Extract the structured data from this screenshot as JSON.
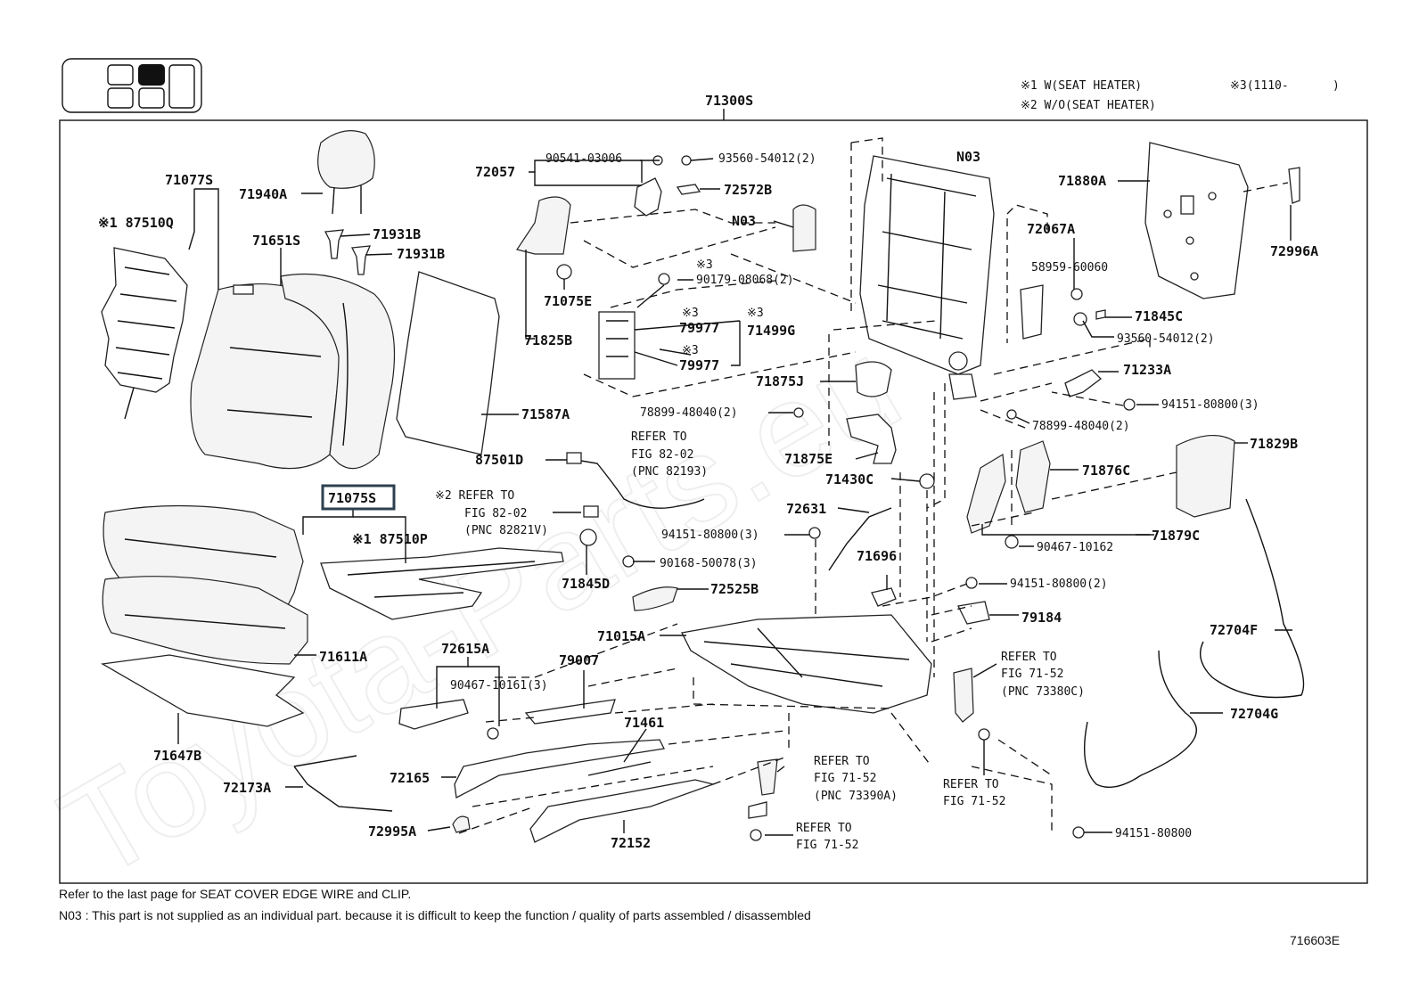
{
  "diagram_id": "716603E",
  "assembly_label": "71300S",
  "legend": {
    "l1": "※1 W(SEAT HEATER)",
    "l2": "※2 W/O(SEAT HEATER)",
    "l3": "※3(1110-",
    "l3_close": ")"
  },
  "footnotes": {
    "line1": "Refer to the last page for SEAT COVER EDGE WIRE and CLIP.",
    "line2": "N03 : This part is not supplied as an individual part. because it is difficult to keep the function / quality of parts assembled / disassembled"
  },
  "watermark": "Toyota-Parts.eu",
  "highlight_color": "#2e4050",
  "labels": [
    {
      "id": "71077S",
      "text": "71077S"
    },
    {
      "id": "87510Q",
      "text": "※1 87510Q"
    },
    {
      "id": "71940A",
      "text": "71940A"
    },
    {
      "id": "71931B_1",
      "text": "71931B"
    },
    {
      "id": "71931B_2",
      "text": "71931B"
    },
    {
      "id": "71651S",
      "text": "71651S"
    },
    {
      "id": "71587A",
      "text": "71587A"
    },
    {
      "id": "72057",
      "text": "72057"
    },
    {
      "id": "90541",
      "text": "90541-03006"
    },
    {
      "id": "93560a",
      "text": "93560-54012(2)"
    },
    {
      "id": "72572B",
      "text": "72572B"
    },
    {
      "id": "N03a",
      "text": "N03"
    },
    {
      "id": "N03b",
      "text": "N03"
    },
    {
      "id": "71880A",
      "text": "71880A"
    },
    {
      "id": "72996A",
      "text": "72996A"
    },
    {
      "id": "72067A",
      "text": "72067A"
    },
    {
      "id": "58959",
      "text": "58959-60060"
    },
    {
      "id": "71845C",
      "text": "71845C"
    },
    {
      "id": "93560b",
      "text": "93560-54012(2)"
    },
    {
      "id": "x3a",
      "text": "※3"
    },
    {
      "id": "90179",
      "text": "90179-08068(2)"
    },
    {
      "id": "71075E",
      "text": "71075E"
    },
    {
      "id": "71825B",
      "text": "71825B"
    },
    {
      "id": "x3b",
      "text": "※3"
    },
    {
      "id": "79977a",
      "text": "79977"
    },
    {
      "id": "x3c",
      "text": "※3"
    },
    {
      "id": "71499G",
      "text": "71499G"
    },
    {
      "id": "x3d",
      "text": "※3"
    },
    {
      "id": "79977b",
      "text": "79977"
    },
    {
      "id": "71875J",
      "text": "71875J"
    },
    {
      "id": "71233A",
      "text": "71233A"
    },
    {
      "id": "94151a",
      "text": "94151-80800(3)"
    },
    {
      "id": "78899a",
      "text": "78899-48040(2)"
    },
    {
      "id": "78899b",
      "text": "78899-48040(2)"
    },
    {
      "id": "71829B",
      "text": "71829B"
    },
    {
      "id": "87501D",
      "text": "87501D"
    },
    {
      "id": "ref8202_1",
      "text": "REFER TO"
    },
    {
      "id": "ref8202_2",
      "text": "FIG 82-02"
    },
    {
      "id": "ref8202_3",
      "text": "(PNC 82193)"
    },
    {
      "id": "71875E",
      "text": "71875E"
    },
    {
      "id": "71876C",
      "text": "71876C"
    },
    {
      "id": "71430C",
      "text": "71430C"
    },
    {
      "id": "71075S",
      "text": "71075S"
    },
    {
      "id": "x2ref_1",
      "text": "※2 REFER TO"
    },
    {
      "id": "x2ref_2",
      "text": "FIG 82-02"
    },
    {
      "id": "x2ref_3",
      "text": "(PNC 82821V)"
    },
    {
      "id": "72631",
      "text": "72631"
    },
    {
      "id": "94151b",
      "text": "94151-80800(3)"
    },
    {
      "id": "90467a",
      "text": "90467-10162"
    },
    {
      "id": "71879C",
      "text": "71879C"
    },
    {
      "id": "87510P",
      "text": "※1 87510P"
    },
    {
      "id": "90168",
      "text": "90168-50078(3)"
    },
    {
      "id": "71696",
      "text": "71696"
    },
    {
      "id": "71845D",
      "text": "71845D"
    },
    {
      "id": "72525B",
      "text": "72525B"
    },
    {
      "id": "94151c",
      "text": "94151-80800(2)"
    },
    {
      "id": "79184",
      "text": "79184"
    },
    {
      "id": "72704F",
      "text": "72704F"
    },
    {
      "id": "71015A",
      "text": "71015A"
    },
    {
      "id": "72615A",
      "text": "72615A"
    },
    {
      "id": "79007",
      "text": "79007"
    },
    {
      "id": "71611A",
      "text": "71611A"
    },
    {
      "id": "ref7152a_1",
      "text": "REFER TO"
    },
    {
      "id": "ref7152a_2",
      "text": "FIG 71-52"
    },
    {
      "id": "ref7152a_3",
      "text": "(PNC 73380C)"
    },
    {
      "id": "90467b",
      "text": "90467-10161(3)"
    },
    {
      "id": "72704G",
      "text": "72704G"
    },
    {
      "id": "71461",
      "text": "71461"
    },
    {
      "id": "71647B",
      "text": "71647B"
    },
    {
      "id": "ref7152b_1",
      "text": "REFER TO"
    },
    {
      "id": "ref7152b_2",
      "text": "FIG 71-52"
    },
    {
      "id": "ref7152b_3",
      "text": "(PNC 73390A)"
    },
    {
      "id": "72165",
      "text": "72165"
    },
    {
      "id": "ref7152c_1",
      "text": "REFER TO"
    },
    {
      "id": "ref7152c_2",
      "text": "FIG 71-52"
    },
    {
      "id": "72173A",
      "text": "72173A"
    },
    {
      "id": "72995A",
      "text": "72995A"
    },
    {
      "id": "72152",
      "text": "72152"
    },
    {
      "id": "ref7152d_1",
      "text": "REFER TO"
    },
    {
      "id": "ref7152d_2",
      "text": "FIG 71-52"
    },
    {
      "id": "94151d",
      "text": "94151-80800"
    }
  ]
}
